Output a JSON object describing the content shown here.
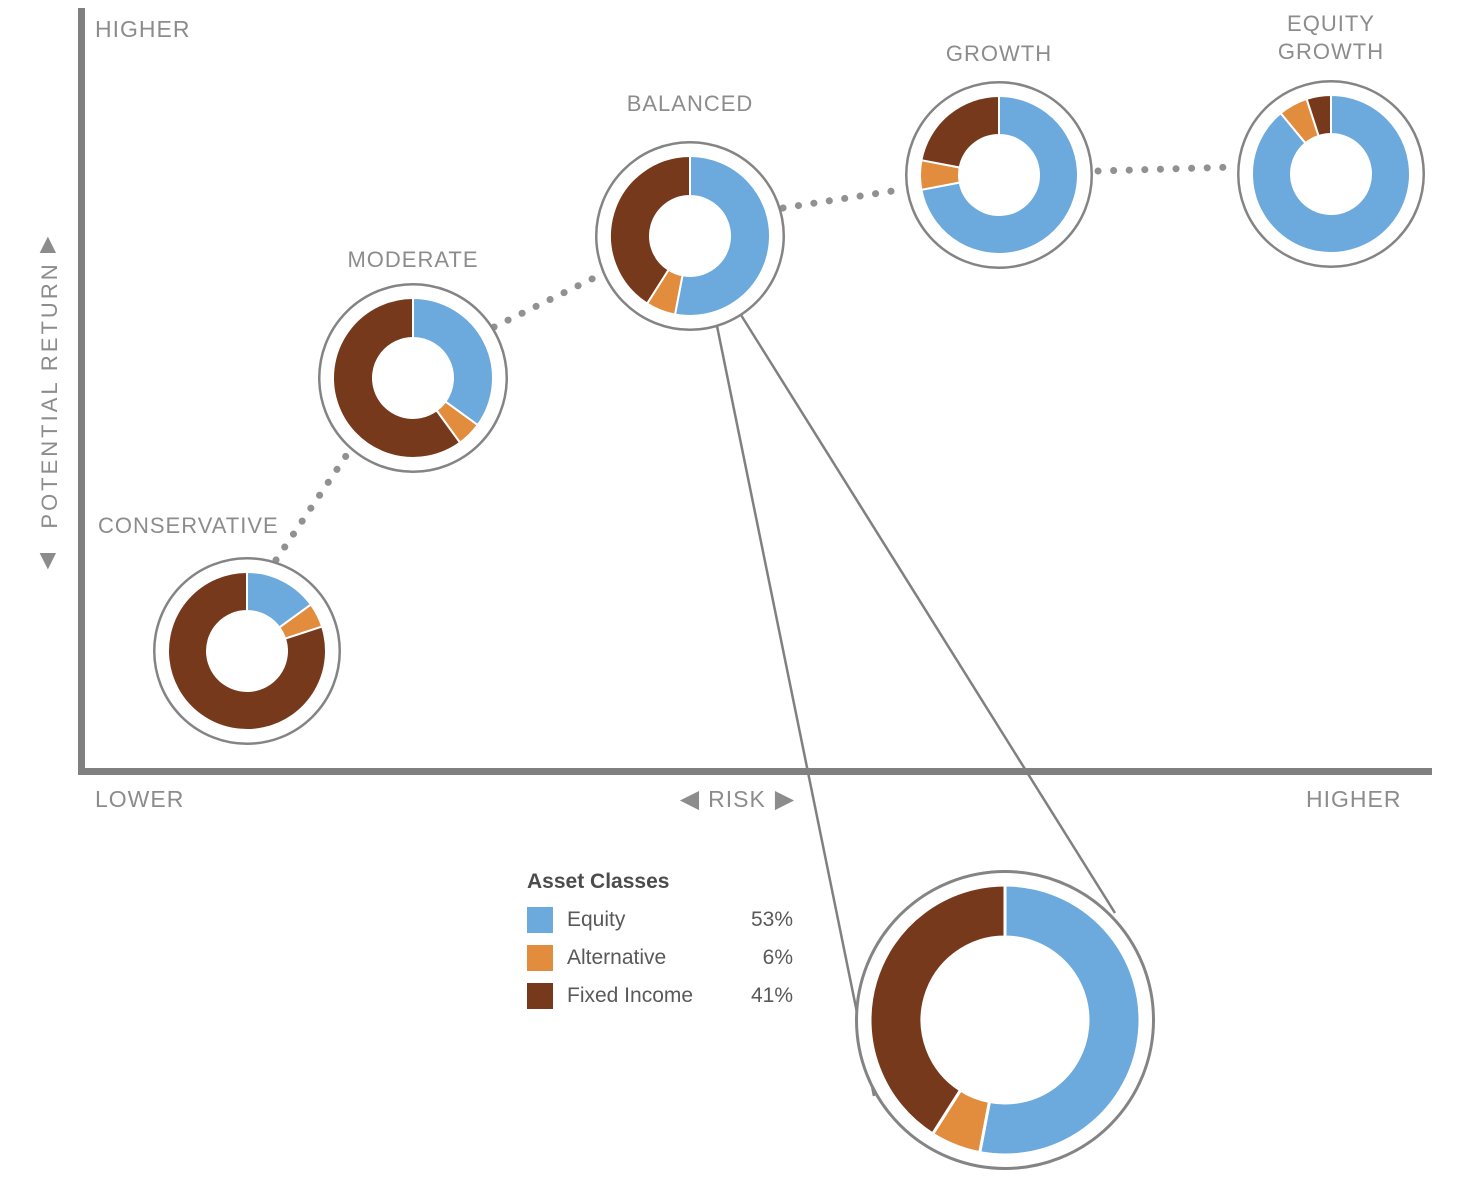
{
  "axes": {
    "y_label": "POTENTIAL RETURN",
    "y_top_label": "HIGHER",
    "x_left_label": "LOWER",
    "x_center_label": "RISK",
    "x_right_label": "HIGHER"
  },
  "icons": {
    "arrow_up": "▲",
    "arrow_down": "▼",
    "arrow_left": "◀",
    "arrow_right": "▶"
  },
  "legend": {
    "title": "Asset Classes",
    "items": [
      {
        "label": "Equity",
        "value": "53%",
        "color": "#6CA9DC"
      },
      {
        "label": "Alternative",
        "value": "6%",
        "color": "#E28C3E"
      },
      {
        "label": "Fixed Income",
        "value": "41%",
        "color": "#77391C"
      }
    ]
  },
  "chart_data": {
    "type": "pie",
    "variant": "donut-multiples-risk-return-map",
    "x_axis": "RISK (LOWER to HIGHER)",
    "y_axis": "POTENTIAL RETURN (LOWER to HIGHER)",
    "series_labels": [
      "Equity",
      "Alternative",
      "Fixed Income"
    ],
    "colors": {
      "equity": "#6CA9DC",
      "alternative": "#E28C3E",
      "fixed_income": "#77391C"
    },
    "portfolios": [
      {
        "label": "CONSERVATIVE",
        "values": {
          "equity": 15,
          "alternative": 5,
          "fixed_income": 80
        }
      },
      {
        "label": "MODERATE",
        "values": {
          "equity": 35,
          "alternative": 5,
          "fixed_income": 60
        }
      },
      {
        "label": "BALANCED",
        "values": {
          "equity": 53,
          "alternative": 6,
          "fixed_income": 41
        }
      },
      {
        "label": "GROWTH",
        "values": {
          "equity": 72,
          "alternative": 6,
          "fixed_income": 22
        }
      },
      {
        "label": "EQUITY GROWTH",
        "values": {
          "equity": 89,
          "alternative": 6,
          "fixed_income": 5
        }
      }
    ],
    "detail": {
      "label": "BALANCED",
      "values": {
        "equity": 53,
        "alternative": 6,
        "fixed_income": 41
      }
    }
  }
}
